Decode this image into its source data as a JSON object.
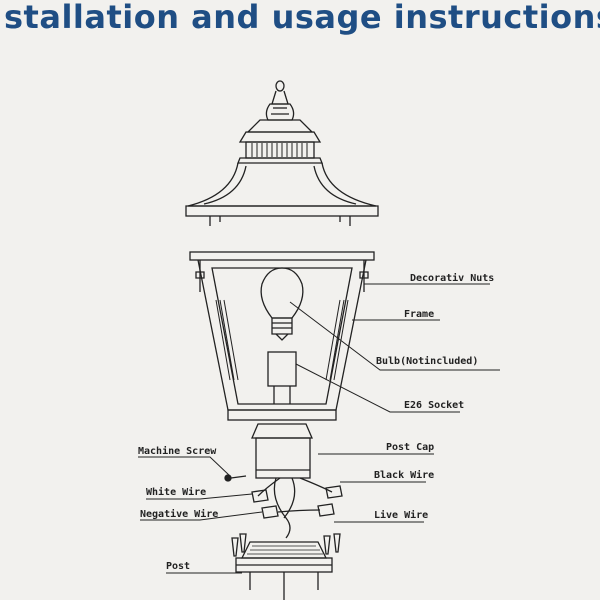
{
  "title": "stallation and usage instructions",
  "colors": {
    "title": "#1f4e84",
    "line": "#222222",
    "background": "#f2f1ee"
  },
  "labels": {
    "decorative_nuts": "Decorativ Nuts",
    "frame": "Frame",
    "bulb": "Bulb(Notincluded)",
    "socket": "E26 Socket",
    "post_cap": "Post Cap",
    "machine_screw": "Machine Screw",
    "black_wire": "Black Wire",
    "white_wire": "White Wire",
    "negative_wire": "Negative Wire",
    "live_wire": "Live Wire",
    "post": "Post"
  }
}
